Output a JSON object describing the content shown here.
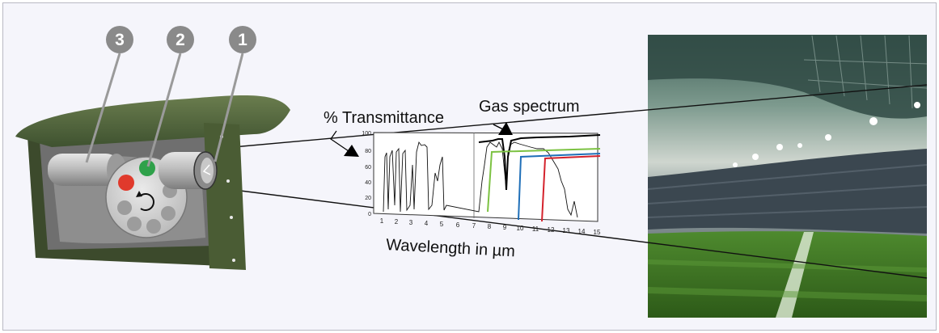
{
  "callouts": [
    "3",
    "2",
    "1"
  ],
  "chart": {
    "ylabel": "% Transmittance",
    "xlabel": "Wavelength in µm",
    "gas_label": "Gas spectrum",
    "y_ticks": [
      "100",
      "80",
      "60",
      "40",
      "20",
      "0"
    ],
    "x_ticks": [
      "1",
      "2",
      "3",
      "4",
      "5",
      "6",
      "7",
      "8",
      "9",
      "10",
      "11",
      "12",
      "13",
      "14",
      "15"
    ]
  },
  "colors": {
    "housing_green": "#4a5c34",
    "filter_red": "#e03a2c",
    "filter_green": "#2fa14a",
    "line_green": "#7cc242",
    "line_blue": "#1f6fb8",
    "line_red": "#d4222c",
    "badge_grey": "#8a8a8a"
  },
  "icons": [
    "rotate-arrow-icon",
    "pointer-arrow-icon"
  ]
}
